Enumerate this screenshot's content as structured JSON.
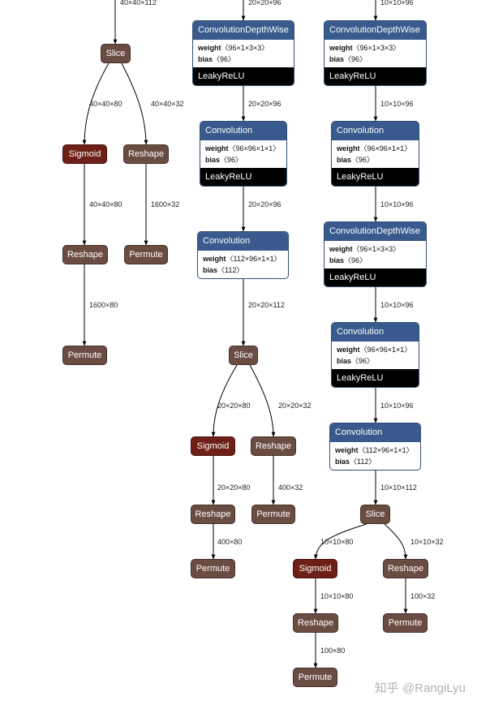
{
  "nodes": {
    "slice_a": "Slice",
    "sigmoid_a": "Sigmoid",
    "reshape_a1": "Reshape",
    "reshape_a2": "Reshape",
    "permute_a1": "Permute",
    "permute_a2": "Permute",
    "dw_b1": {
      "title": "ConvolutionDepthWise",
      "weight": "〈96×1×3×3〉",
      "bias": "〈96〉",
      "act": "LeakyReLU"
    },
    "conv_b2": {
      "title": "Convolution",
      "weight": "〈96×96×1×1〉",
      "bias": "〈96〉",
      "act": "LeakyReLU"
    },
    "conv_b3": {
      "title": "Convolution",
      "weight": "〈112×96×1×1〉",
      "bias": "〈112〉"
    },
    "slice_b": "Slice",
    "sigmoid_b": "Sigmoid",
    "reshape_b1": "Reshape",
    "reshape_b2": "Reshape",
    "permute_b1": "Permute",
    "permute_b2": "Permute",
    "dw_c1": {
      "title": "ConvolutionDepthWise",
      "weight": "〈96×1×3×3〉",
      "bias": "〈96〉",
      "act": "LeakyReLU"
    },
    "conv_c2": {
      "title": "Convolution",
      "weight": "〈96×96×1×1〉",
      "bias": "〈96〉",
      "act": "LeakyReLU"
    },
    "dw_c3": {
      "title": "ConvolutionDepthWise",
      "weight": "〈96×1×3×3〉",
      "bias": "〈96〉",
      "act": "LeakyReLU"
    },
    "conv_c4": {
      "title": "Convolution",
      "weight": "〈96×96×1×1〉",
      "bias": "〈96〉",
      "act": "LeakyReLU"
    },
    "conv_c5": {
      "title": "Convolution",
      "weight": "〈112×96×1×1〉",
      "bias": "〈112〉"
    },
    "slice_c": "Slice",
    "sigmoid_c": "Sigmoid",
    "reshape_c1": "Reshape",
    "reshape_c2": "Reshape",
    "permute_c1": "Permute",
    "permute_c2": "Permute"
  },
  "attr_keys": {
    "weight": "weight",
    "bias": "bias"
  },
  "edges": {
    "a_in": "40×40×112",
    "a_slice_sig": "40×40×80",
    "a_slice_res": "40×40×32",
    "a_sig_res": "40×40×80",
    "a_res_perm": "1600×32",
    "a_res2_perm": "1600×80",
    "b_in": "20×20×96",
    "b_1_2": "20×20×96",
    "b_2_3": "20×20×96",
    "b_3_slice": "20×20×112",
    "b_slice_sig": "20×20×80",
    "b_slice_res": "20×20×32",
    "b_sig_res": "20×20×80",
    "b_res_perm": "400×32",
    "b_res2_perm": "400×80",
    "c_in": "10×10×96",
    "c_1_2": "10×10×96",
    "c_2_3": "10×10×96",
    "c_3_4": "10×10×96",
    "c_4_5": "10×10×96",
    "c_5_slice": "10×10×112",
    "c_slice_sig": "10×10×80",
    "c_slice_res": "10×10×32",
    "c_sig_res": "10×10×80",
    "c_res_perm": "100×32",
    "c_res2_perm": "100×80"
  },
  "watermark": "知乎 @RangiLyu"
}
